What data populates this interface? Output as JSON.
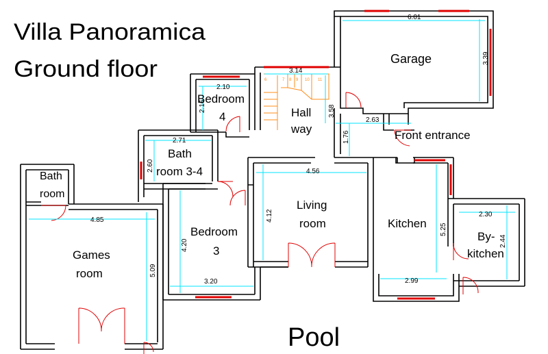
{
  "title": {
    "line1": "Villa Panoramica",
    "line2": "Ground floor"
  },
  "rooms": {
    "garage": "Garage",
    "bedroom4_line1": "Bedroom",
    "bedroom4_line2": "4",
    "hallway_line1": "Hall",
    "hallway_line2": "way",
    "front_entrance": "Front entrance",
    "bath34_line1": "Bath",
    "bath34_line2": "room 3-4",
    "bathroom_line1": "Bath",
    "bathroom_line2": "room",
    "living_line1": "Living",
    "living_line2": "room",
    "kitchen": "Kitchen",
    "bykitchen_line1": "By-",
    "bykitchen_line2": "kitchen",
    "games_line1": "Games",
    "games_line2": "room",
    "bedroom3_line1": "Bedroom",
    "bedroom3_line2": "3",
    "pool": "Pool"
  },
  "dimensions": {
    "garage_width": "6.01",
    "garage_depth": "3.39",
    "stairs_width": "3.14",
    "hall_depth": "3.58",
    "entrance_width": "2.63",
    "entrance_depth": "1.76",
    "bedroom4_width": "2.10",
    "bedroom4_depth": "2.16",
    "bath34_width": "2.71",
    "bath34_depth": "2.60",
    "living_width": "4.56",
    "living_depth": "4.12",
    "kitchen_depth": "5.25",
    "kitchen_width": "2.99",
    "bykitchen_width": "2.30",
    "bykitchen_depth": "2.44",
    "games_width": "4.85",
    "games_depth": "5.09",
    "bedroom3_depth": "4.20",
    "bedroom3_width": "3.20"
  },
  "stair_numbers": [
    "6",
    "7",
    "8",
    "9",
    "10",
    "11"
  ],
  "colors": {
    "wall": "#000000",
    "window": "#e00000",
    "dimension_line": "#00e5ff",
    "door": "#e00000",
    "stairs": "#ff8c1a"
  }
}
